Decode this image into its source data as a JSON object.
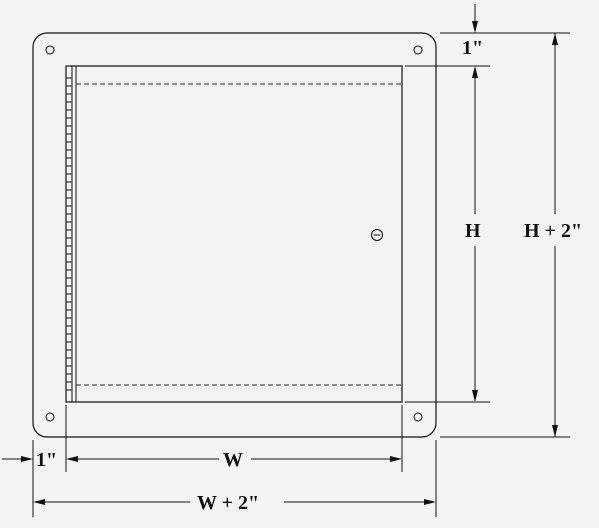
{
  "drawing": {
    "background_color": "#f3f3f3",
    "line_color": "#111111",
    "labels": {
      "flange_top": "1\"",
      "flange_left": "1\"",
      "height": "H",
      "overall_height": "H + 2\"",
      "width": "W",
      "overall_width": "W + 2\""
    },
    "components": {
      "outer_frame": "flange",
      "inner_door": "door-panel",
      "hinge": "piano-hinge",
      "lock": "cam-lock",
      "mounting_holes": 4
    }
  }
}
